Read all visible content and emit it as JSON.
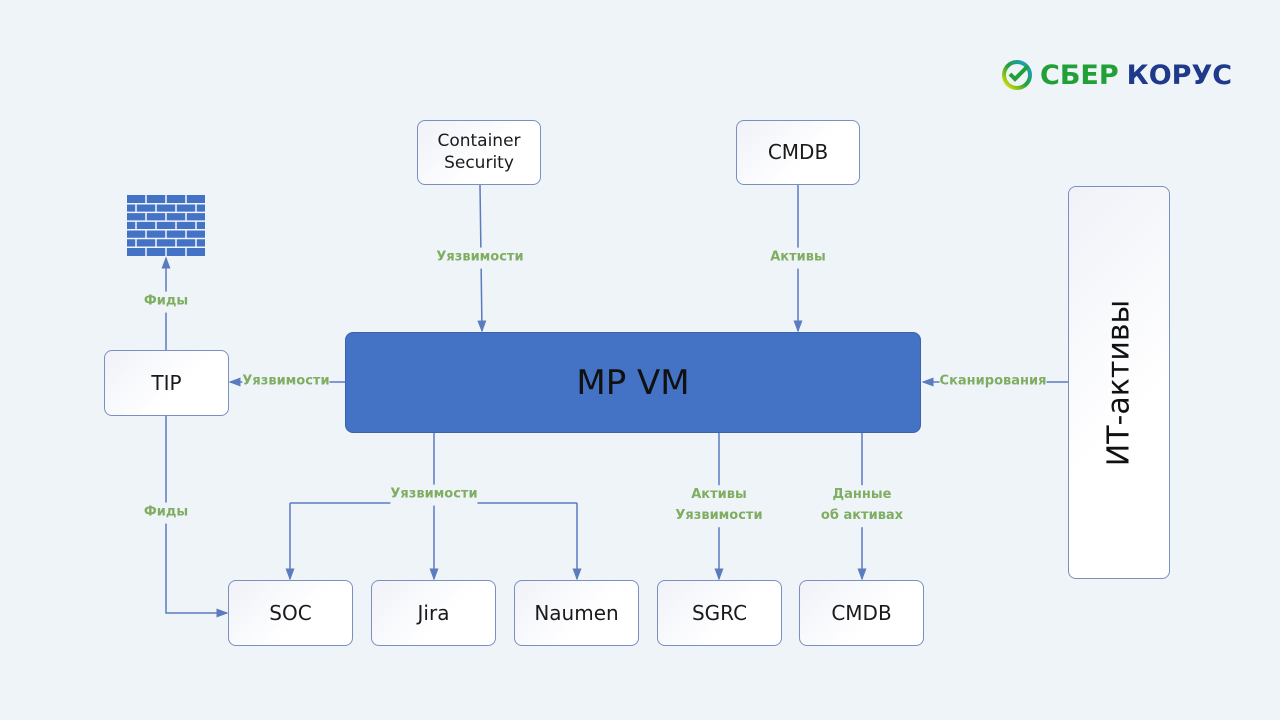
{
  "logo": {
    "part1": "СБЕР",
    "part2": "КОРУС"
  },
  "colors": {
    "primary_block": "#4472c4",
    "label_green": "#7fae62",
    "line_blue": "#5b7bbf",
    "background": "#eff4f9",
    "logo_green": "#21a038",
    "logo_blue": "#1f3a8a"
  },
  "nodes": {
    "container_security": "Container\nSecurity",
    "cmdb_top": "CMDB",
    "mp_vm": "MP VM",
    "tip": "TIP",
    "firewall": "firewall-icon",
    "it_assets": "ИТ-активы",
    "soc": "SOC",
    "jira": "Jira",
    "naumen": "Naumen",
    "sgrc": "SGRC",
    "cmdb_bottom": "CMDB"
  },
  "edges": {
    "container_to_mpvm": "Уязвимости",
    "cmdb_to_mpvm": "Активы",
    "mpvm_to_tip": "Уязвимости",
    "tip_to_firewall": "Фиды",
    "tip_to_soc": "Фиды",
    "itassets_to_mpvm": "Сканирования",
    "mpvm_to_tickets": "Уязвимости",
    "mpvm_to_sgrc_1": "Активы",
    "mpvm_to_sgrc_2": "Уязвимости",
    "mpvm_to_cmdb_1": "Данные",
    "mpvm_to_cmdb_2": "об активах"
  }
}
